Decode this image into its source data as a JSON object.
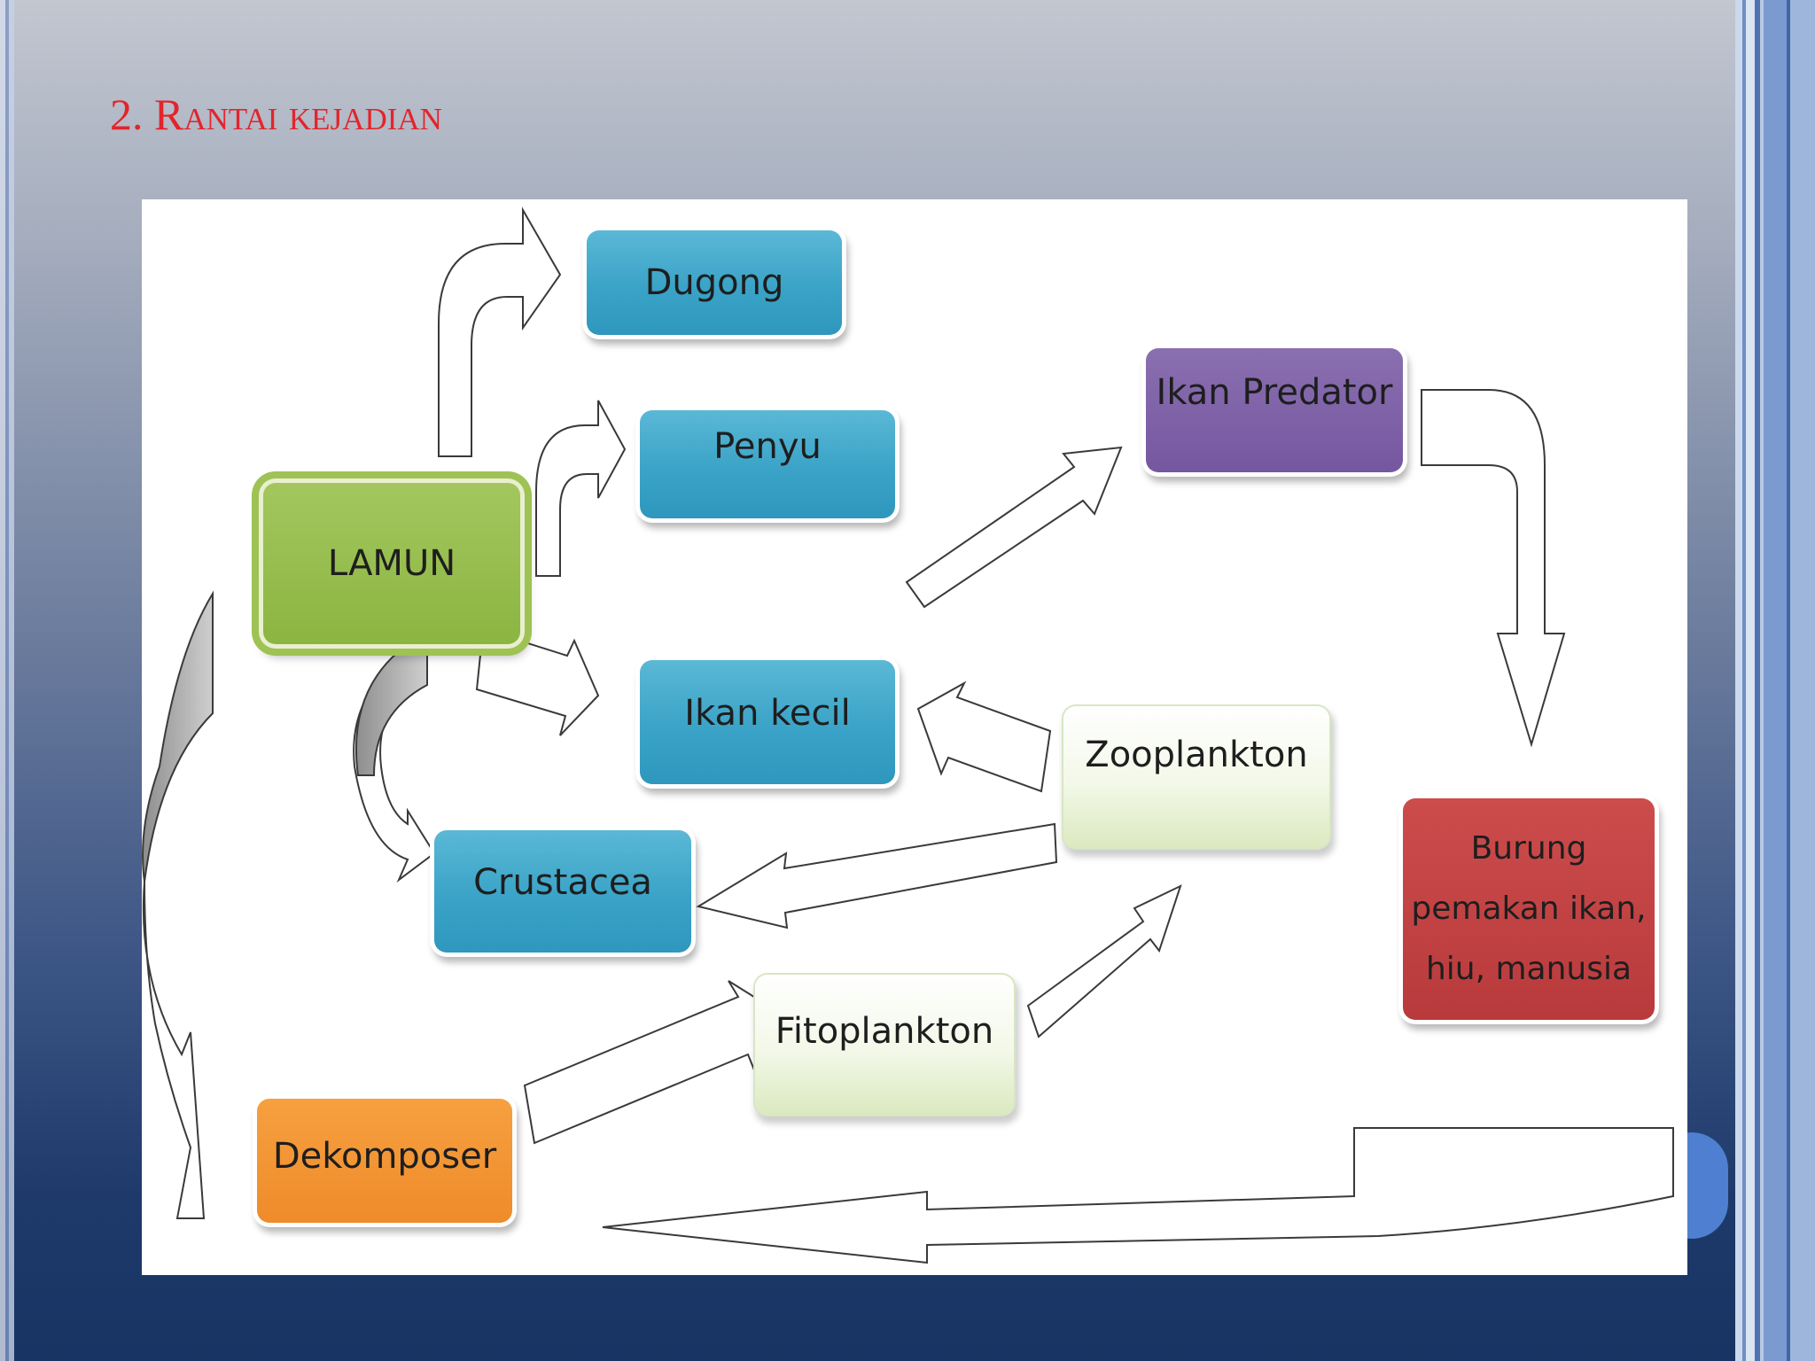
{
  "slide": {
    "title": "2. Rantai kejadian"
  },
  "diagram": {
    "nodes": {
      "dugong": "Dugong",
      "penyu": "Penyu",
      "ikan_predator": "Ikan Predator",
      "lamun": "LAMUN",
      "ikan_kecil": "Ikan kecil",
      "zooplankton": "Zooplankton",
      "crustacea": "Crustacea",
      "burung_line1": "Burung",
      "burung_line2": "pemakan ikan,",
      "burung_line3": "hiu, manusia",
      "fitoplankton": "Fitoplankton",
      "dekomposer": "Dekomposer"
    },
    "colors": {
      "blue": "#3aa3c7",
      "green": "#8bb541",
      "purple": "#7557a0",
      "red": "#b93a3c",
      "orange": "#ef8b2a",
      "pale_green": "#eef5e0",
      "title_red": "#e3242b"
    }
  }
}
